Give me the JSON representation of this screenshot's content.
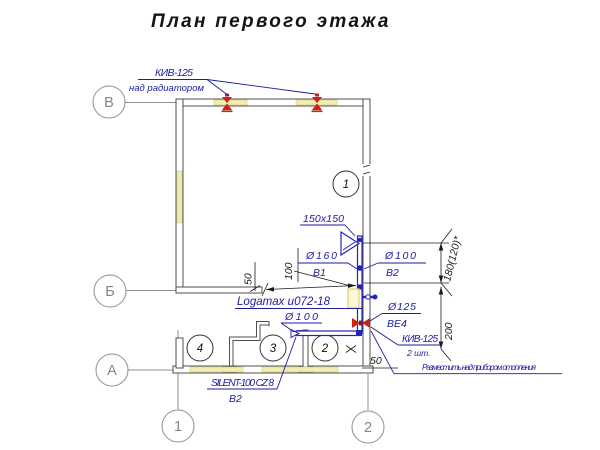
{
  "title": "План первого этажа",
  "colors": {
    "annotation_blue": "#1c1c9c",
    "duct_blue": "#2424bc",
    "valve_red": "#cc2211",
    "wall_gray": "#4f4f4f",
    "axis_gray": "#8f8f8f",
    "window_yellow": "#f2ecae"
  },
  "axes": {
    "rows": [
      {
        "label": "В"
      },
      {
        "label": "Б"
      },
      {
        "label": "А"
      }
    ],
    "cols": [
      {
        "label": "1"
      },
      {
        "label": "2"
      }
    ]
  },
  "rooms": [
    {
      "number": "1"
    },
    {
      "number": "2"
    },
    {
      "number": "3"
    },
    {
      "number": "4"
    }
  ],
  "labels": {
    "kiv_top_line1": "КИВ-125",
    "kiv_top_line2": "над радиатором",
    "grille_size": "150x150",
    "exhaust_b1_size": "Ø160",
    "exhaust_b1_name": "B1",
    "exhaust_b2_size": "Ø100",
    "exhaust_b2_name": "B2",
    "boiler_model": "Logamax u072-18",
    "duct_size": "Ø100",
    "be4_size": "Ø125",
    "be4_name": "BE4",
    "kiv_right_line1": "КИВ-125",
    "kiv_right_line2": "2 шт.",
    "kiv_right_note": "Разместить над прибором отопления",
    "fan_model": "SILENT-100 CZ 8",
    "fan_system": "B2"
  },
  "dimensions": {
    "dim_50_left": "50",
    "dim_100": "100",
    "dim_180_120": "180(120)*",
    "dim_200": "200",
    "dim_50_bottom": "50"
  }
}
